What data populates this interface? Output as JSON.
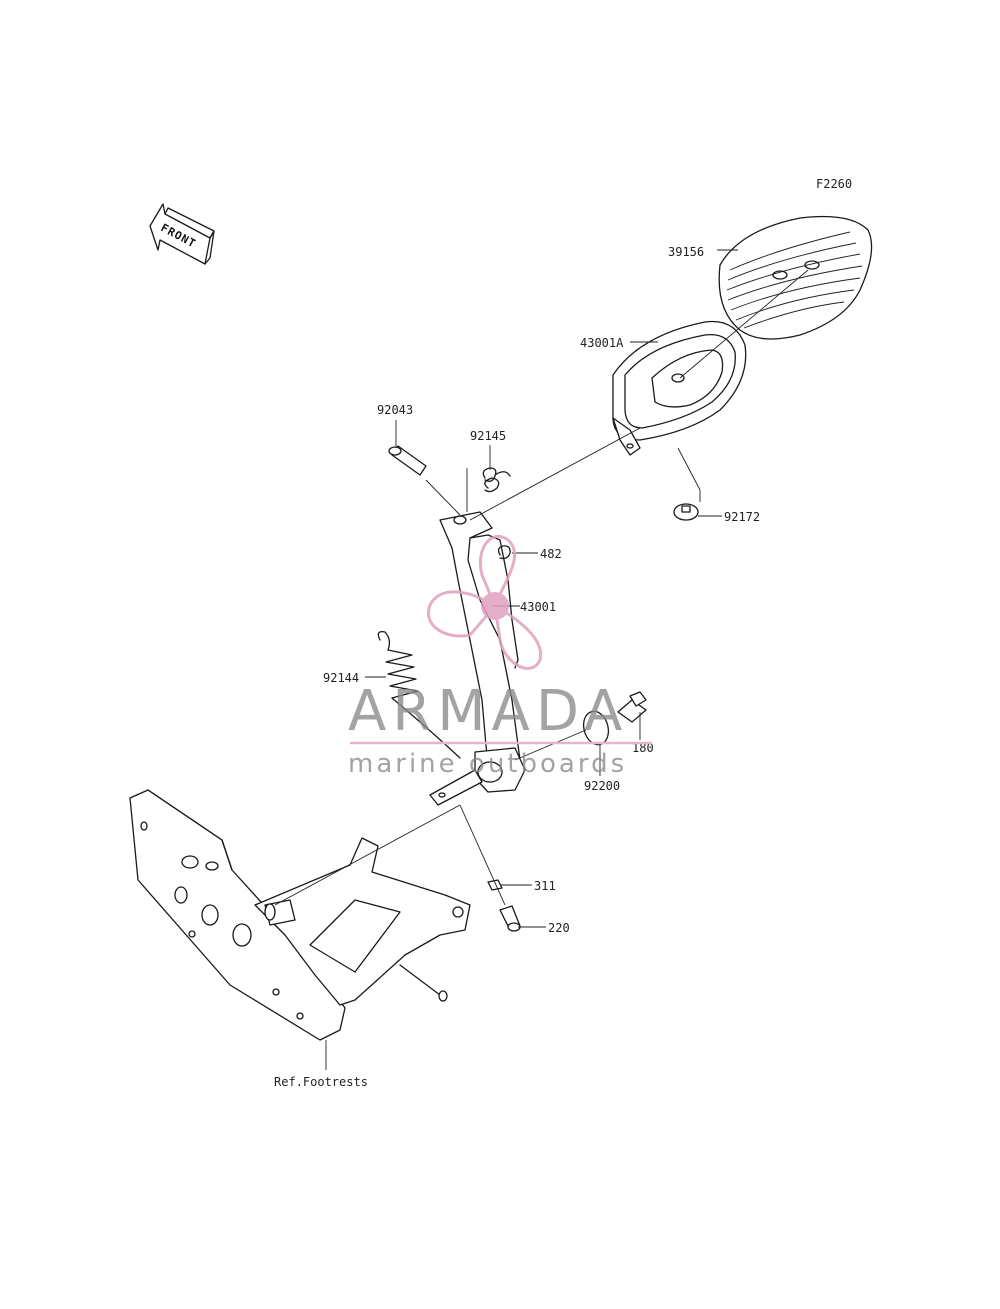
{
  "figure_code": "F2260",
  "front_label": "FRONT",
  "parts": {
    "p39156": "39156",
    "p43001A": "43001A",
    "p92043": "92043",
    "p92145": "92145",
    "p92172": "92172",
    "p482": "482",
    "p43001": "43001",
    "p92144": "92144",
    "p180": "180",
    "p92200": "92200",
    "p311": "311",
    "p220": "220",
    "ref_footrests": "Ref.Footrests"
  },
  "watermark": {
    "brand": "ARMADA",
    "tagline": "marine outboards",
    "logo_color": "#e0a0c0",
    "rule_color": "#e8b4cc"
  }
}
